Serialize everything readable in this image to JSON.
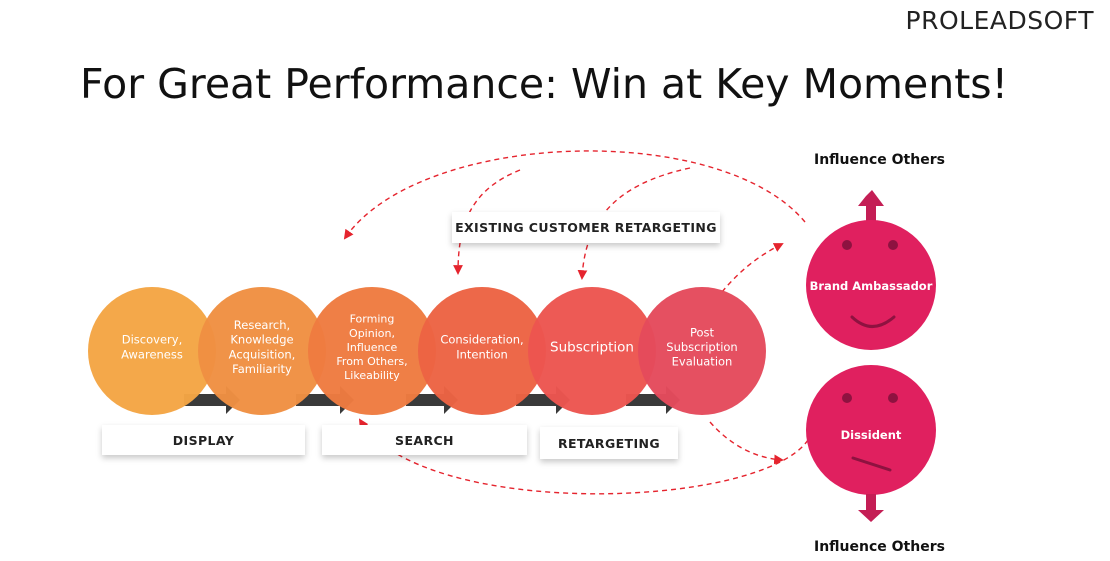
{
  "brand": "PROLEADSOFT",
  "title": "For Great Performance: Win at Key Moments!",
  "stages": [
    {
      "lines": [
        "Discovery,",
        "Awareness"
      ],
      "color": "#F4A544"
    },
    {
      "lines": [
        "Research,",
        "Knowledge",
        "Acquisition,",
        "Familiarity"
      ],
      "color": "#F08F42"
    },
    {
      "lines": [
        "Forming",
        "Opinion,",
        "Influence",
        "From Others,",
        "Likeability"
      ],
      "color": "#EE7B40"
    },
    {
      "lines": [
        "Consideration,",
        "Intention"
      ],
      "color": "#EC6343"
    },
    {
      "lines": [
        "Subscription"
      ],
      "color": "#EC5550"
    },
    {
      "lines": [
        "Post",
        "Subscription",
        "Evaluation"
      ],
      "color": "#E44A5C"
    }
  ],
  "labels": {
    "display": "DISPLAY",
    "search": "SEARCH",
    "retargeting": "RETARGETING",
    "existing": "EXISTING CUSTOMER RETARGETING"
  },
  "faces": {
    "ambassador": "Brand Ambassador",
    "dissident": "Dissident",
    "color": "#E0205F"
  },
  "influence_top": "Influence Others",
  "influence_bottom": "Influence Others",
  "colors": {
    "arrow": "#3a3a3a",
    "dashed": "#E5242E"
  }
}
